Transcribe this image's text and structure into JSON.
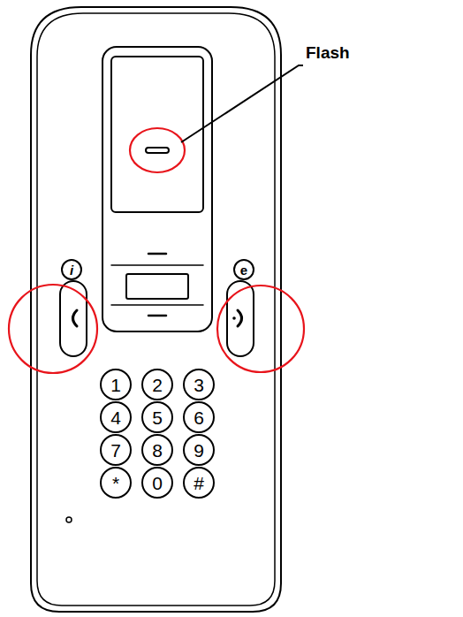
{
  "diagram": {
    "nodes": [
      {
        "text": [
          "i"
        ]
      },
      {
        "text": [
          "e"
        ]
      },
      {
        "text": [
          "1"
        ]
      },
      {
        "text": [
          "2"
        ]
      },
      {
        "text": [
          "3"
        ]
      },
      {
        "text": [
          "4"
        ]
      },
      {
        "text": [
          "5"
        ]
      },
      {
        "text": [
          "6"
        ]
      },
      {
        "text": [
          "7"
        ]
      },
      {
        "text": [
          "8"
        ]
      },
      {
        "text": [
          "9"
        ]
      },
      {
        "text": [
          "*"
        ]
      },
      {
        "text": [
          "0"
        ]
      },
      {
        "text": [
          "#"
        ]
      }
    ],
    "labels": [
      "Flash"
    ]
  }
}
